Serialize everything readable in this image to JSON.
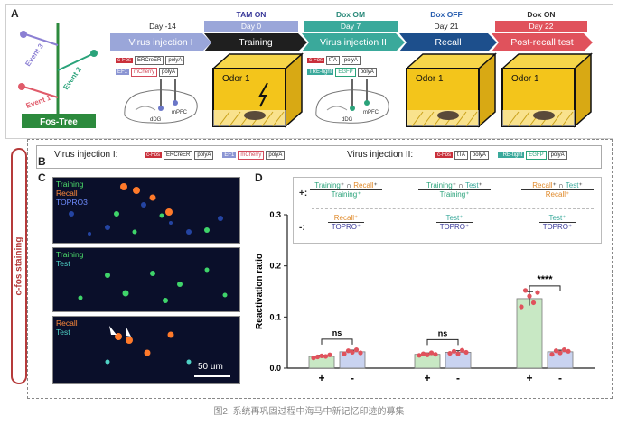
{
  "panel_letters": {
    "a": "A",
    "b": "B",
    "c": "C",
    "d": "D"
  },
  "fos_tree": {
    "label": "Fos-Tree",
    "events": [
      "Event 1",
      "Event 2",
      "Event 3"
    ],
    "colors": {
      "event1": "#e05b6a",
      "event2": "#2aa37a",
      "event3": "#8b7fd3",
      "trunk": "#2c8a3d"
    }
  },
  "timeline": [
    {
      "top": "",
      "day": "Day -14",
      "label": "Virus injection I",
      "color": "#9aa6d9",
      "top_color": "#333333"
    },
    {
      "top": "TAM ON",
      "day": "Day 0",
      "label": "Training",
      "color": "#1f1f1f",
      "top_color": "#3a3a9a"
    },
    {
      "top": "Dox OM",
      "day": "Day 7",
      "label": "Virus injection II",
      "color": "#3aa99b",
      "top_color": "#2a8a7a"
    },
    {
      "top": "Dox OFF",
      "day": "Day 21",
      "label": "Recall",
      "color": "#1d4f8c",
      "top_color": "#2a5fb0"
    },
    {
      "top": "Dox ON",
      "day": "Day 22",
      "label": "Post-recall test",
      "color": "#e0525c",
      "top_color": "#333333"
    }
  ],
  "cube_label": "Odor 1",
  "panel_b": {
    "left_title": "Virus injection I:",
    "right_title": "Virus injection II:",
    "left_boxes": [
      "c-Fos",
      "ERCreER",
      "polyA",
      "EF1",
      "mCherry",
      "polyA"
    ],
    "right_boxes": [
      "c-Fos",
      "tTA",
      "polyA",
      "TRE-tight",
      "EGFP",
      "polyA"
    ]
  },
  "panel_c": {
    "side_label": "c-fos staining",
    "img1": [
      "Training",
      "Recall",
      "TOPRO3"
    ],
    "img2": [
      "Training",
      "Test"
    ],
    "img3": [
      "Recall",
      "Test"
    ],
    "scale": "50 um"
  },
  "chart_data": {
    "type": "bar",
    "ylabel": "Reactivation ratio",
    "ylim": [
      0,
      0.3
    ],
    "yticks": [
      "0.0",
      "0.1",
      "0.2",
      "0.3"
    ],
    "categories": [
      "+",
      "-",
      "+",
      "-",
      "+",
      "-"
    ],
    "groups": [
      {
        "plus": 0.023,
        "minus": 0.032,
        "sig": "ns",
        "plus_color": "#c8e8c4",
        "minus_color": "#c9d3f0",
        "plus_pts": [
          0.02,
          0.022,
          0.024,
          0.023,
          0.026
        ],
        "minus_pts": [
          0.028,
          0.034,
          0.031,
          0.036,
          0.03
        ]
      },
      {
        "plus": 0.027,
        "minus": 0.031,
        "sig": "ns",
        "plus_color": "#c8e8c4",
        "minus_color": "#c9d3f0",
        "plus_pts": [
          0.025,
          0.028,
          0.026,
          0.03,
          0.027
        ],
        "minus_pts": [
          0.029,
          0.033,
          0.028,
          0.035,
          0.031
        ]
      },
      {
        "plus": 0.136,
        "minus": 0.032,
        "sig": "****",
        "plus_color": "#c8e8c4",
        "minus_color": "#c9d3f0",
        "plus_pts": [
          0.12,
          0.152,
          0.141,
          0.128,
          0.148
        ],
        "minus_pts": [
          0.027,
          0.034,
          0.03,
          0.036,
          0.033
        ]
      }
    ],
    "legend": {
      "plus_marker": "+:",
      "minus_marker": "-:",
      "plus": [
        {
          "a": "Training",
          "op": "∩",
          "b": "Recall",
          "den": "Training"
        },
        {
          "a": "Training",
          "op": "∩",
          "b": "Test",
          "den": "Training"
        },
        {
          "a": "Recall",
          "op": "∩",
          "b": "Test",
          "den": "Recall"
        }
      ],
      "minus": [
        {
          "num": "Recall",
          "den": "TOPRO"
        },
        {
          "num": "Test",
          "den": "TOPRO"
        },
        {
          "num": "Test",
          "den": "TOPRO"
        }
      ]
    }
  },
  "caption": "图2. 系统再巩固过程中海马中新记忆印迹的募集"
}
